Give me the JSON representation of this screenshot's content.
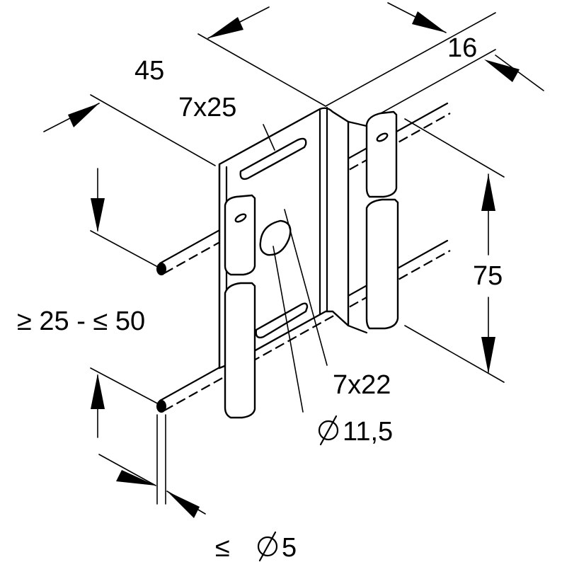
{
  "labels": {
    "width": "45",
    "depth": "16",
    "slot_top": "7x25",
    "height": "75",
    "span": "≥ 25 - ≤ 50",
    "slot_bottom": "7x22",
    "hole_diameter": "11,5",
    "wire_diameter": "≤  5"
  },
  "symbols": {
    "diameter": "diameter-icon"
  }
}
